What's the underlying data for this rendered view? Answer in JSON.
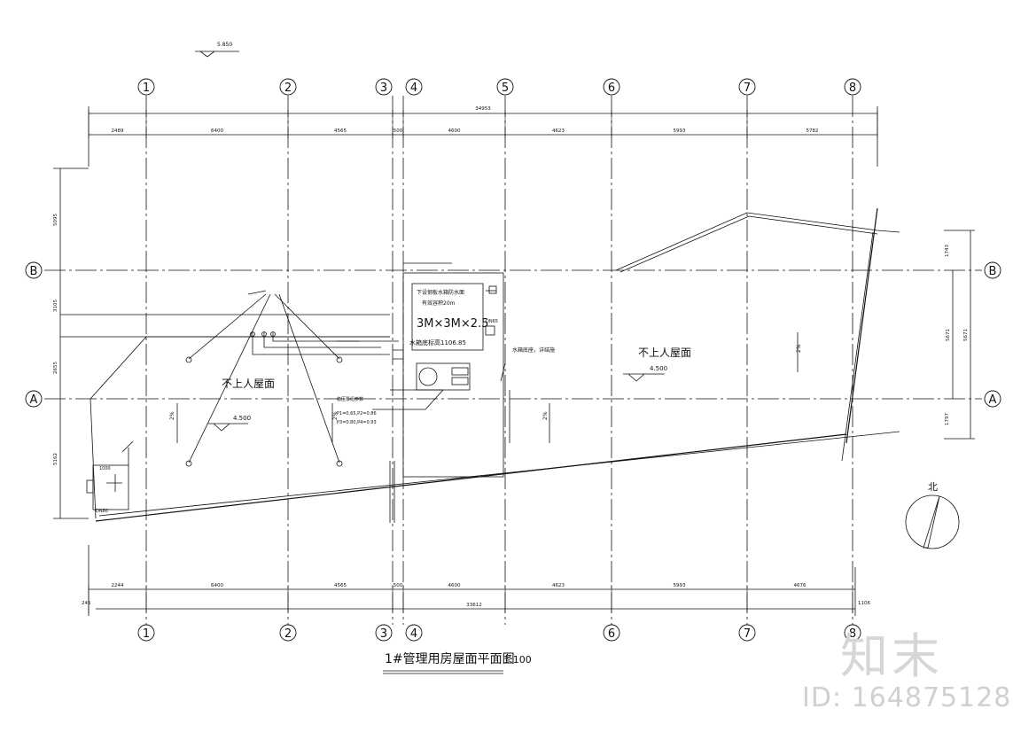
{
  "drawing": {
    "title": "1#管理用房屋面平面图",
    "scale": "1:100",
    "top_elevation": "5.850"
  },
  "axes": {
    "columns": [
      "1",
      "2",
      "3",
      "4",
      "5",
      "6",
      "7",
      "8"
    ],
    "rows": [
      "A",
      "B"
    ]
  },
  "dimensions": {
    "top_total": "34953",
    "top_segments": [
      "2489",
      "6400",
      "4565",
      "500",
      "4600",
      "4623",
      "5993",
      "5782"
    ],
    "bottom_total": "33612",
    "bottom_segments": [
      "2244",
      "6400",
      "4565",
      "500",
      "4600",
      "4623",
      "5993",
      "4676"
    ],
    "bottom_left_small": "245",
    "bottom_right_small": "1106",
    "left_vertical": [
      "5095",
      "3105",
      "2655",
      "5162"
    ],
    "right_vertical": [
      "1743",
      "5671",
      "5671",
      "1797"
    ]
  },
  "roof": {
    "label_left": "不上人屋面",
    "label_right": "不上人屋面",
    "elev_left": "4.500",
    "elev_right": "4.500",
    "slopes": [
      "2%",
      "2%",
      "2%",
      "2%",
      "2%"
    ]
  },
  "annotations": {
    "water_tank": "3M×3M×2.5",
    "tank_note_1": "下设钢板水箱防水面",
    "tank_note_2": "有效容积20m",
    "tank_base": "水箱底标高1106.85",
    "tank_ref": "水箱底座，详结施",
    "pump_note_1": "稳压泵组参数",
    "pump_note_2": "P1=0.65,P2=0.86",
    "pump_note_3": "P3=0.80,P4=0.93",
    "valve_label": "DN65",
    "left_box_dim": "1000",
    "left_box_label": "DN80"
  },
  "north": {
    "label": "北"
  },
  "watermark": {
    "logo": "知末",
    "id": "ID: 164875128"
  }
}
